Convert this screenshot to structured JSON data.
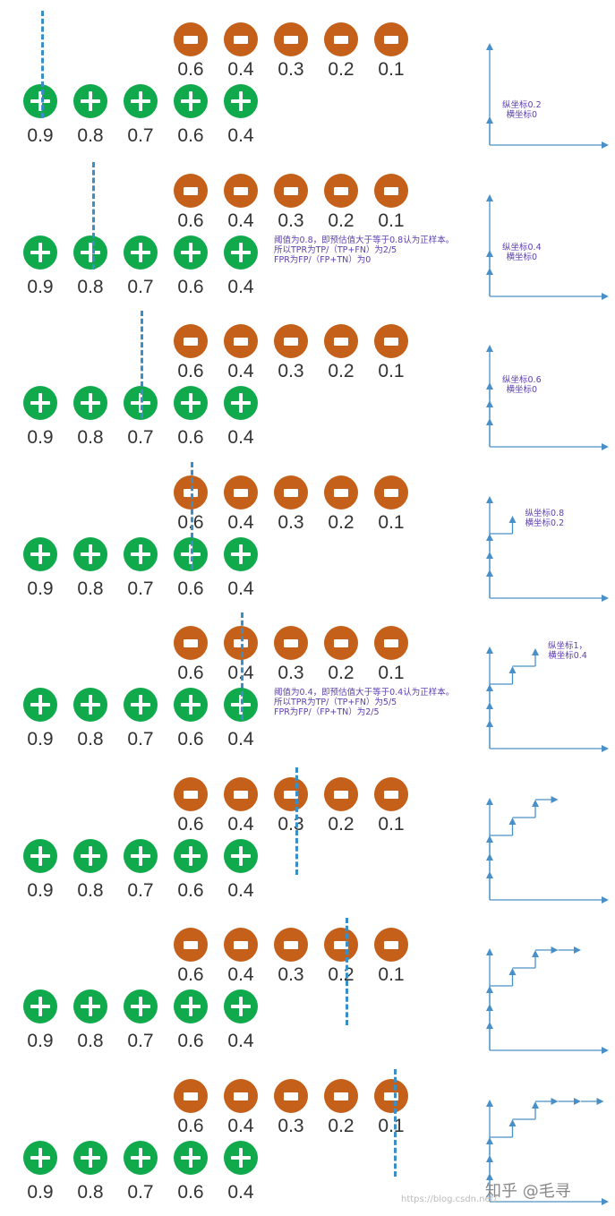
{
  "negatives": {
    "symbol": "minus-icon",
    "color": "#c5601a",
    "scores": [
      "0.6",
      "0.4",
      "0.3",
      "0.2",
      "0.1"
    ]
  },
  "positives": {
    "symbol": "plus-icon",
    "color": "#10a94c",
    "scores": [
      "0.9",
      "0.8",
      "0.7",
      "0.6",
      "0.4"
    ]
  },
  "threshold_line_color": "#3a8fc7",
  "panels": [
    {
      "threshold": 0.9,
      "coord_label": [
        "纵坐标0.2",
        "横坐标0"
      ],
      "roc_points": [
        [
          0,
          0.2
        ]
      ],
      "note": []
    },
    {
      "threshold": 0.8,
      "coord_label": [
        "纵坐标0.4",
        "横坐标0"
      ],
      "roc_points": [
        [
          0,
          0.2
        ],
        [
          0,
          0.4
        ]
      ],
      "note": [
        "阈值为0.8，即预估值大于等于0.8认为正样本。",
        "所以TPR为TP/（TP+FN）为2/5",
        "FPR为FP/（FP+TN）为0"
      ]
    },
    {
      "threshold": 0.7,
      "coord_label": [
        "纵坐标0.6",
        "横坐标0"
      ],
      "roc_points": [
        [
          0,
          0.2
        ],
        [
          0,
          0.4
        ],
        [
          0,
          0.6
        ]
      ],
      "note": []
    },
    {
      "threshold": 0.6,
      "coord_label": [
        "纵坐标0.8",
        "横坐标0.2"
      ],
      "roc_points": [
        [
          0,
          0.2
        ],
        [
          0,
          0.4
        ],
        [
          0,
          0.6
        ],
        [
          0.2,
          0.8
        ]
      ],
      "note": []
    },
    {
      "threshold": 0.4,
      "coord_label": [
        "纵坐标1，",
        "横坐标0.4"
      ],
      "roc_points": [
        [
          0,
          0.2
        ],
        [
          0,
          0.4
        ],
        [
          0,
          0.6
        ],
        [
          0.2,
          0.8
        ],
        [
          0.4,
          1.0
        ]
      ],
      "note": [
        "阈值为0.4，即预估值大于等于0.4认为正样本。",
        "所以TPR为TP/（TP+FN）为5/5",
        "FPR为FP/（FP+TN）为2/5"
      ]
    },
    {
      "threshold": 0.3,
      "coord_label": [],
      "roc_points": [
        [
          0,
          0.2
        ],
        [
          0,
          0.4
        ],
        [
          0,
          0.6
        ],
        [
          0.2,
          0.8
        ],
        [
          0.4,
          1.0
        ],
        [
          0.6,
          1.0
        ]
      ],
      "note": []
    },
    {
      "threshold": 0.2,
      "coord_label": [],
      "roc_points": [
        [
          0,
          0.2
        ],
        [
          0,
          0.4
        ],
        [
          0,
          0.6
        ],
        [
          0.2,
          0.8
        ],
        [
          0.4,
          1.0
        ],
        [
          0.6,
          1.0
        ],
        [
          0.8,
          1.0
        ]
      ],
      "note": []
    },
    {
      "threshold": 0.1,
      "coord_label": [],
      "roc_points": [
        [
          0,
          0.2
        ],
        [
          0,
          0.4
        ],
        [
          0,
          0.6
        ],
        [
          0.2,
          0.8
        ],
        [
          0.4,
          1.0
        ],
        [
          0.6,
          1.0
        ],
        [
          0.8,
          1.0
        ],
        [
          1.0,
          1.0
        ]
      ],
      "note": []
    }
  ],
  "watermark": "知乎 @毛寻",
  "watermark_url": "https://blog.csdn.net/..."
}
